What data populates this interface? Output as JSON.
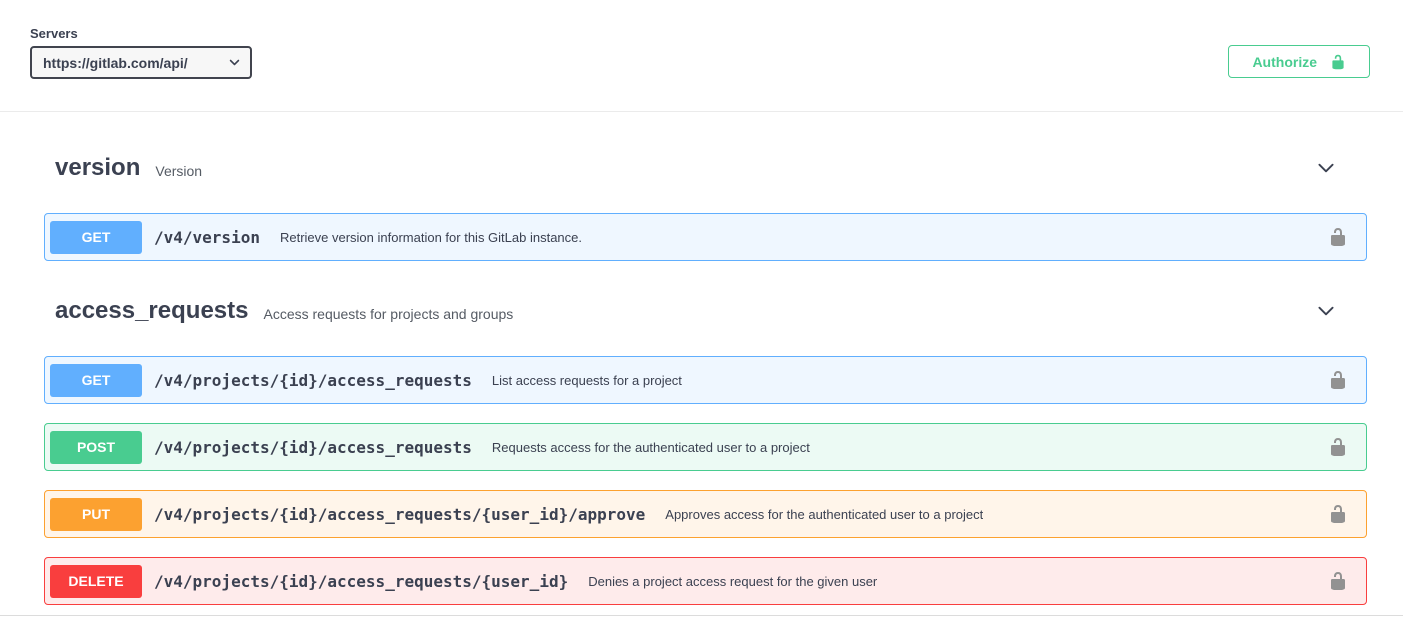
{
  "topbar": {
    "servers_label": "Servers",
    "server_url": "https://gitlab.com/api/",
    "authorize_label": "Authorize"
  },
  "method_colors": {
    "GET": "#61affe",
    "POST": "#49cc90",
    "PUT": "#fca130",
    "DELETE": "#f93e3e"
  },
  "accent_colors": {
    "authorize_green": "#49cc90",
    "select_border": "#41444e",
    "text_dark": "#3b4151",
    "lock_gray": "#929292"
  },
  "sections": [
    {
      "title": "version",
      "description": "Version",
      "operations": [
        {
          "method": "GET",
          "path": "/v4/version",
          "summary": "Retrieve version information for this GitLab instance."
        }
      ]
    },
    {
      "title": "access_requests",
      "description": "Access requests for projects and groups",
      "operations": [
        {
          "method": "GET",
          "path": "/v4/projects/{id}/access_requests",
          "summary": "List access requests for a project"
        },
        {
          "method": "POST",
          "path": "/v4/projects/{id}/access_requests",
          "summary": "Requests access for the authenticated user to a project"
        },
        {
          "method": "PUT",
          "path": "/v4/projects/{id}/access_requests/{user_id}/approve",
          "summary": "Approves access for the authenticated user to a project"
        },
        {
          "method": "DELETE",
          "path": "/v4/projects/{id}/access_requests/{user_id}",
          "summary": "Denies a project access request for the given user"
        }
      ]
    }
  ]
}
